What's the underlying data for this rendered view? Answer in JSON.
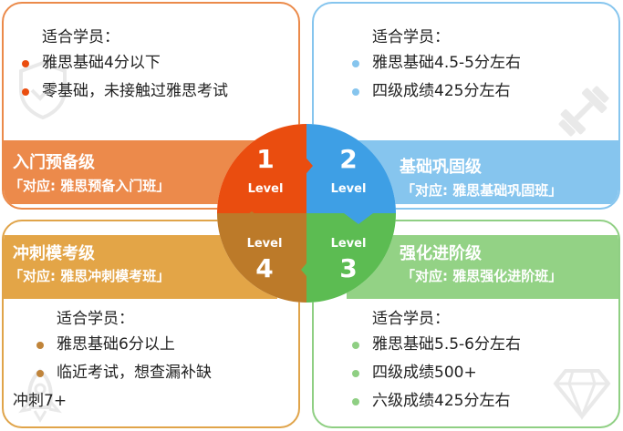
{
  "colors": {
    "level1": "#ea4d0f",
    "level2": "#3e9fe5",
    "level3": "#bc7a29",
    "level4": "#5cbc52"
  },
  "cards": [
    {
      "number": "1",
      "level_label": "Level",
      "title": "入门预备级",
      "subtitle": "「对应: 雅思预备入门班」",
      "heading": "适合学员：",
      "items": [
        "雅思基础4分以下",
        "零基础，未接触过雅思考试"
      ],
      "watermark_icon": "shield-check-icon"
    },
    {
      "number": "2",
      "level_label": "Level",
      "title": "基础巩固级",
      "subtitle": "「对应: 雅思基础巩固班」",
      "heading": "适合学员：",
      "items": [
        "雅思基础4.5-5分左右",
        "四级成绩425分左右"
      ],
      "watermark_icon": "dumbbell-icon"
    },
    {
      "number": "3",
      "level_label": "Level",
      "title": "强化进阶级",
      "subtitle": "「对应: 雅思强化进阶班」",
      "heading": "适合学员：",
      "items": [
        "雅思基础5.5-6分左右",
        "四级成绩500+",
        "六级成绩425分左右"
      ],
      "watermark_icon": "diamond-icon"
    },
    {
      "number": "4",
      "level_label": "Level",
      "title": "冲刺模考级",
      "subtitle": "「对应: 雅思冲刺模考班」",
      "heading": "适合学员：",
      "items": [
        "雅思基础6分以上",
        "临近考试，想查漏补缺"
      ],
      "items_continuation": "冲刺7+",
      "watermark_icon": "rocket-icon"
    }
  ]
}
